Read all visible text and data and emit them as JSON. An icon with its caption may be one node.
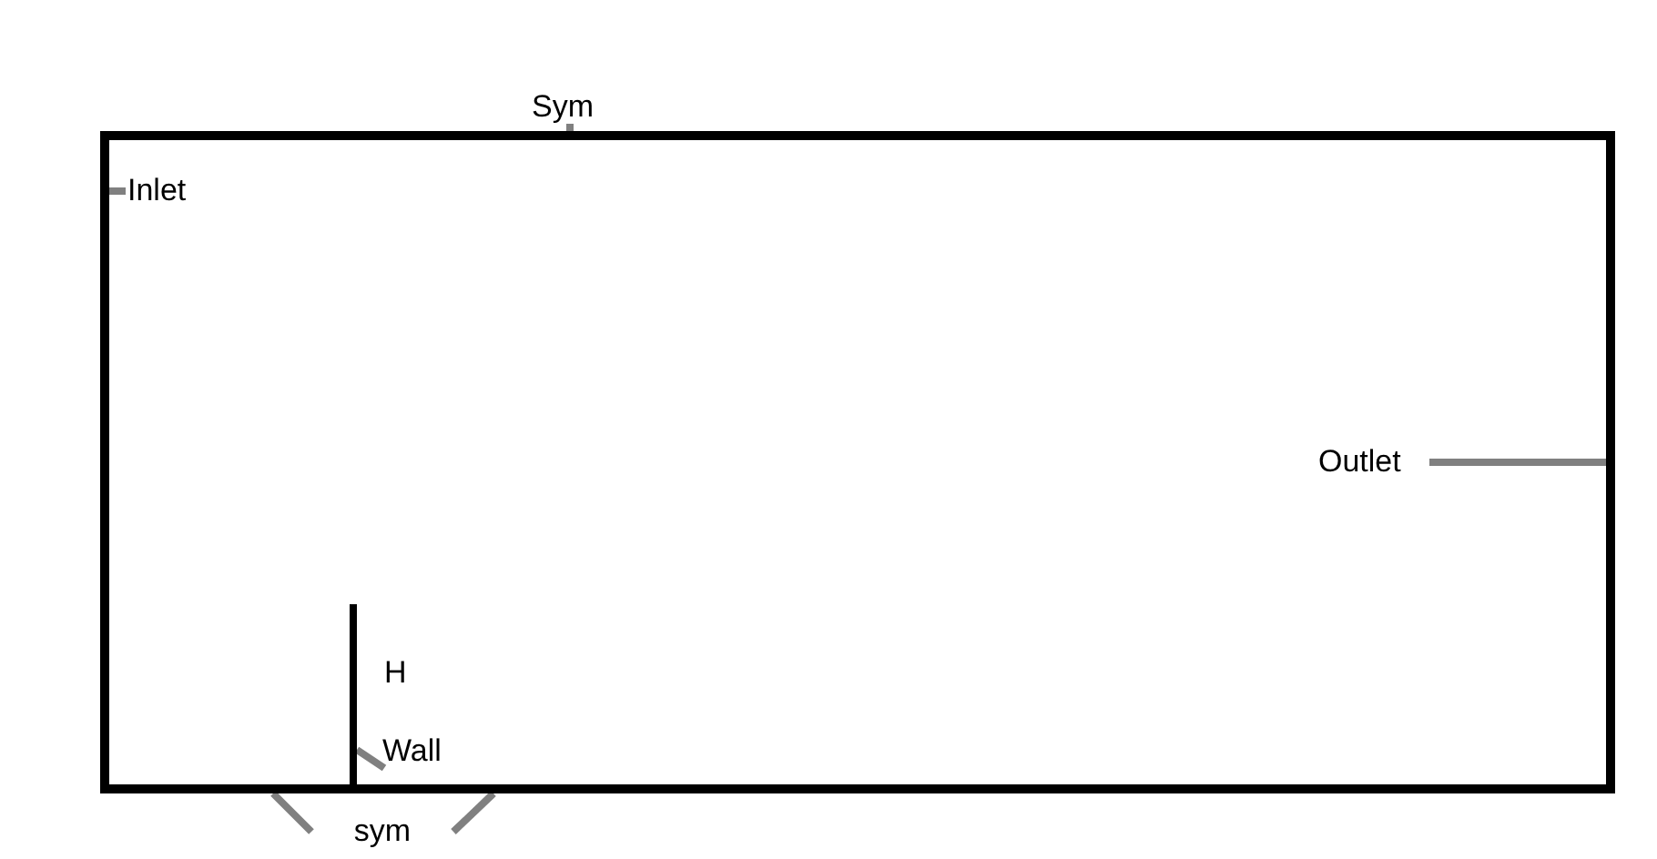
{
  "diagram": {
    "nodes": [
      {
        "text": [
          "Sym"
        ]
      },
      {
        "text": [],
        "shape": "bar"
      },
      {
        "text": [
          "Inlet"
        ]
      },
      {
        "text": [],
        "shape": "bar"
      },
      {
        "text": [
          "Outlet"
        ]
      },
      {
        "text": [],
        "shape": "bar"
      },
      {
        "text": [
          "Wall"
        ]
      },
      {
        "text": [],
        "shape": "bar"
      },
      {
        "text": [
          "sym"
        ]
      },
      {
        "text": [],
        "shape": "bar"
      },
      {
        "text": [],
        "shape": "bar"
      }
    ],
    "edges": [
      {
        "from": 0,
        "to": 1,
        "arrow": "none"
      },
      {
        "from": 2,
        "to": 3,
        "arrow": "none"
      },
      {
        "from": 4,
        "to": 5,
        "arrow": "none"
      },
      {
        "from": 6,
        "to": 7,
        "arrow": "none"
      },
      {
        "from": 8,
        "to": 9,
        "arrow": "none"
      },
      {
        "from": 8,
        "to": 10,
        "arrow": "none"
      }
    ],
    "labels": [
      "H"
    ]
  }
}
